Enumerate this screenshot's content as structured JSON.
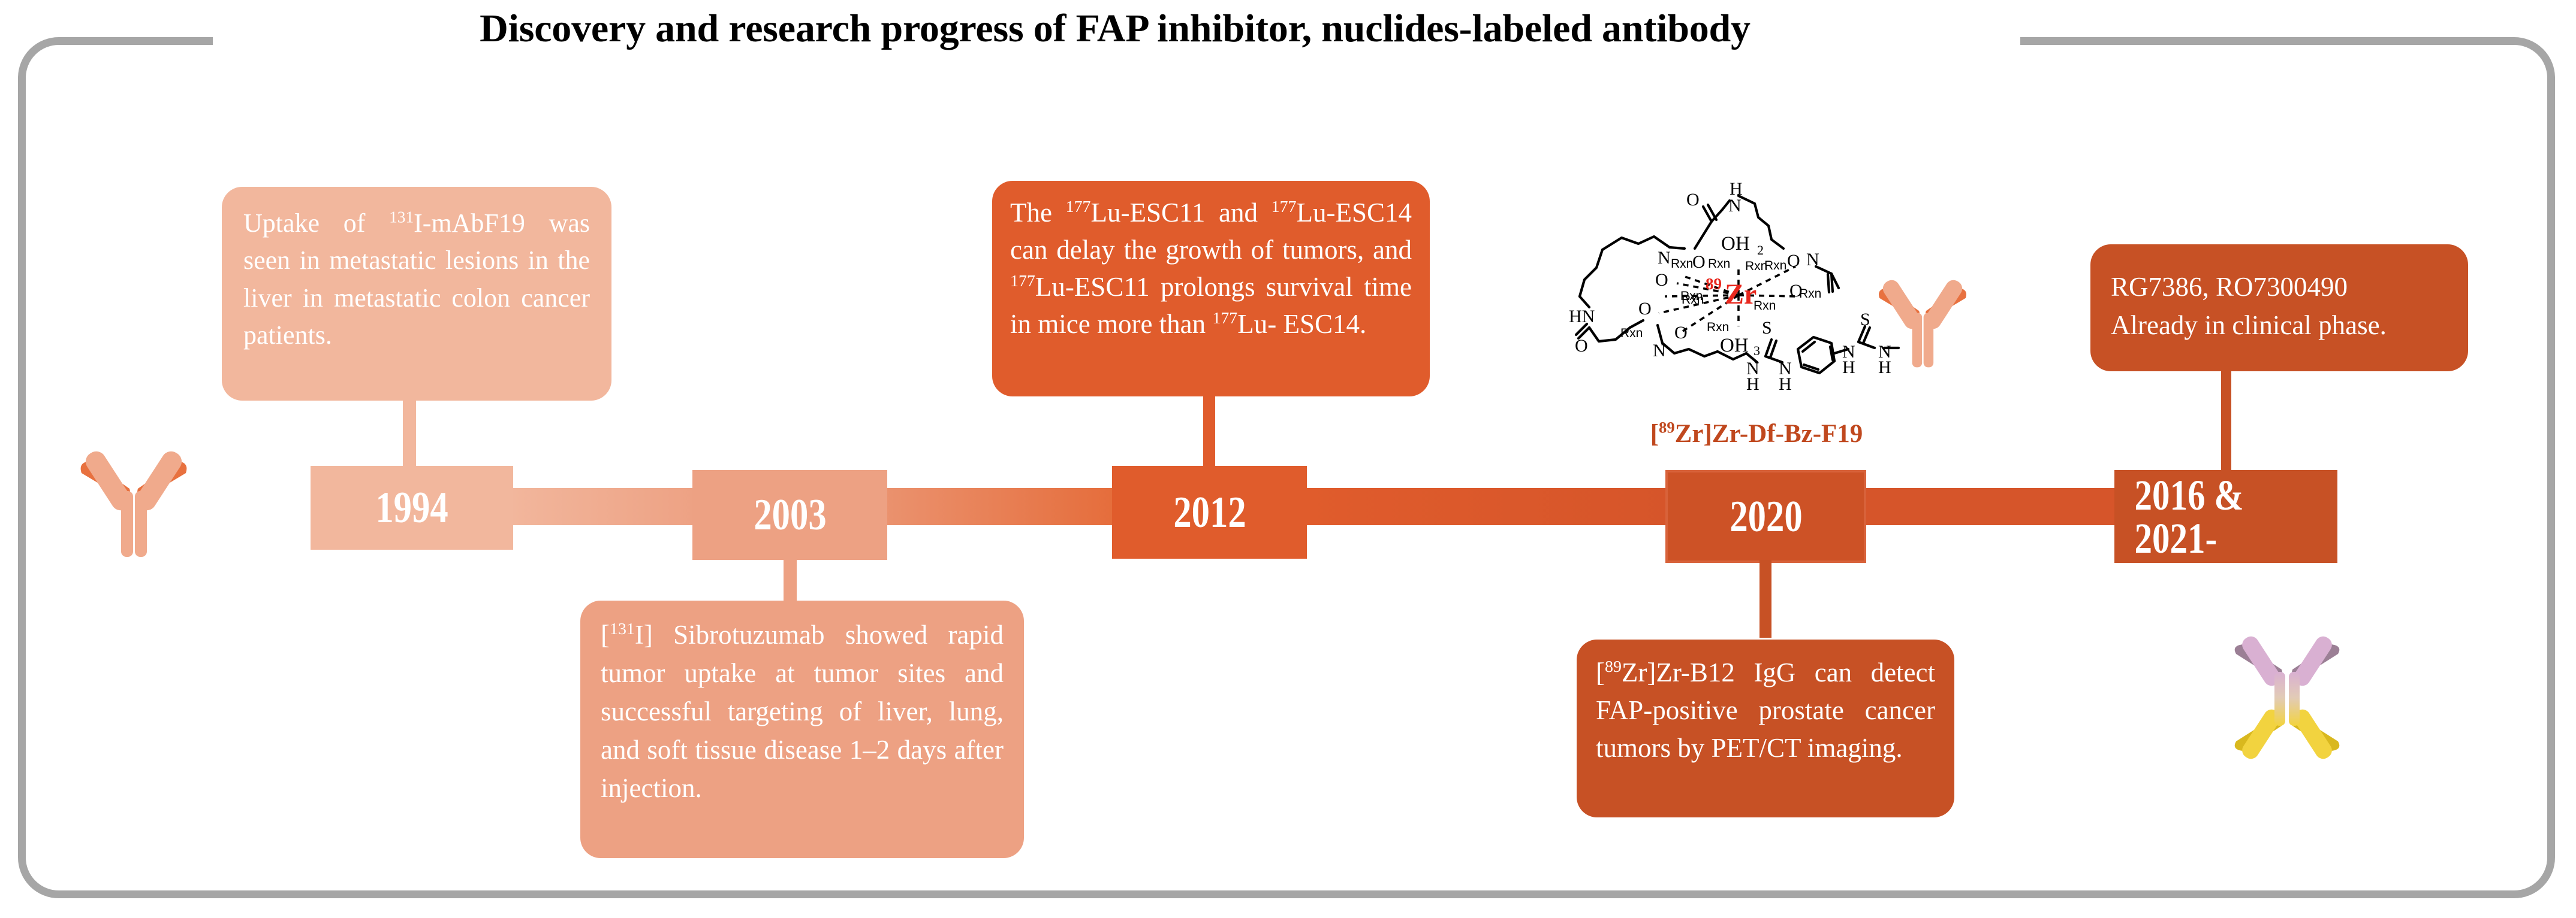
{
  "page_title": "Discovery and research progress of FAP inhibitor, nuclides-labeled antibody",
  "colors": {
    "frame_border": "#a6a6a6",
    "pale_pink": "#f2b79d",
    "salmon": "#eda183",
    "orange": "#e05c2c",
    "dark_orange": "#c75125",
    "chem_label": "#c0481e",
    "zr_red": "#e8281e",
    "antibody_heavy": "#f0aa8c",
    "antibody_light": "#e8713f",
    "bispecific_purple": "#d9b0d2",
    "bispecific_purple_dark": "#9b7f95",
    "bispecific_yellow": "#f2d33f",
    "bispecific_yellow_dark": "#d9b81e"
  },
  "timeline": {
    "milestones": [
      {
        "year": "1994",
        "color": "#f2b79d",
        "callout_position": "above",
        "callout": {
          "prefix": "Uptake of ",
          "sup": "131",
          "suffix": "I-mAbF19 was seen in metastatic lesions in the liver in metastatic colon cancer patients."
        }
      },
      {
        "year": "2003",
        "color": "#eda183",
        "callout_position": "below",
        "callout": {
          "prefix": "[",
          "sup": "131",
          "suffix": "I] Sibrotuzumab showed rapid tumor uptake at tumor sites and successful targeting of liver, lung, and soft tissue disease 1–2 days after injection."
        }
      },
      {
        "year": "2012",
        "color": "#e05c2c",
        "callout_position": "above",
        "callout": {
          "part1": "The ",
          "sup1": "177",
          "part2": "Lu-ESC11 and ",
          "sup2": "177",
          "part3": "Lu-ESC14 can delay the growth of tumors, and ",
          "sup3": "177",
          "part4": "Lu-ESC11 prolongs survival time in mice more than ",
          "sup4": "177",
          "part5": "Lu- ESC14."
        }
      },
      {
        "year": "2020",
        "color": "#c75125",
        "callout_position": "below",
        "callout": {
          "prefix": "[",
          "sup": "89",
          "suffix": "Zr]Zr-B12 IgG can detect FAP-positive prostate cancer tumors by PET/CT imaging."
        }
      },
      {
        "year": "2016 & 2021-",
        "color": "#c75125",
        "callout_position": "above",
        "callout": {
          "line1": "RG7386, RO7300490",
          "line2": "Already in clinical phase."
        }
      }
    ]
  },
  "chemical_structure": {
    "label_prefix": "[",
    "label_sup": "89",
    "label_suffix": "Zr]Zr-Df-Bz-F19",
    "metal_isotope": "89",
    "metal_symbol": "Zr",
    "atom_labels": [
      "H",
      "O",
      "N",
      "OH",
      "H",
      "2",
      "Rxn",
      "HN",
      "S",
      "NH"
    ],
    "coordination_labels": [
      "Rxn",
      "Rxn",
      "Rxn",
      "Rxn",
      "Rxn",
      "Rxn",
      "Rxn",
      "Rxn"
    ],
    "hydroxyl_top": "OH",
    "hydroxyl_bottom": "OH",
    "water_sub": "2",
    "water_sub_bottom": "3"
  },
  "icons": {
    "antibody_left": "antibody-icon",
    "antibody_chem": "antibody-icon",
    "bispecific": "bispecific-antibody-icon"
  }
}
